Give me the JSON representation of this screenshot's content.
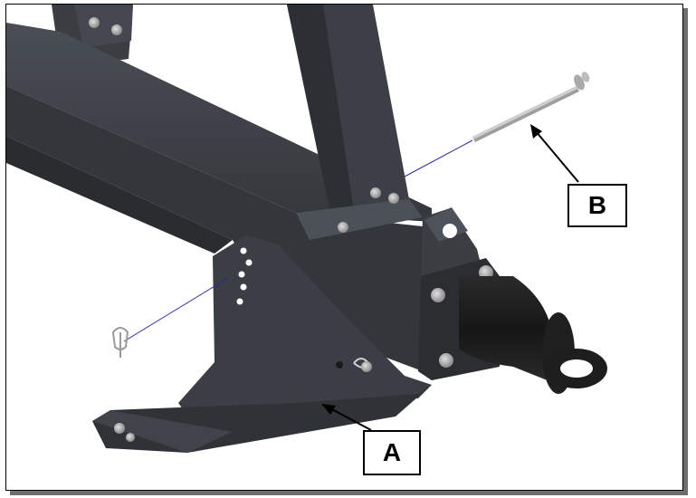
{
  "diagram": {
    "labels": [
      {
        "id": "A",
        "text": "A"
      },
      {
        "id": "B",
        "text": "B"
      }
    ]
  },
  "colors": {
    "frame_steel": "#3a3d42",
    "frame_steel_light": "#555960",
    "frame_steel_dark": "#24262a",
    "hitch_black": "#1c1c1c",
    "bolt_silver": "#b8b8b8",
    "pin_silver": "#9a9a9a",
    "leader_line": "#2a2aa0"
  }
}
